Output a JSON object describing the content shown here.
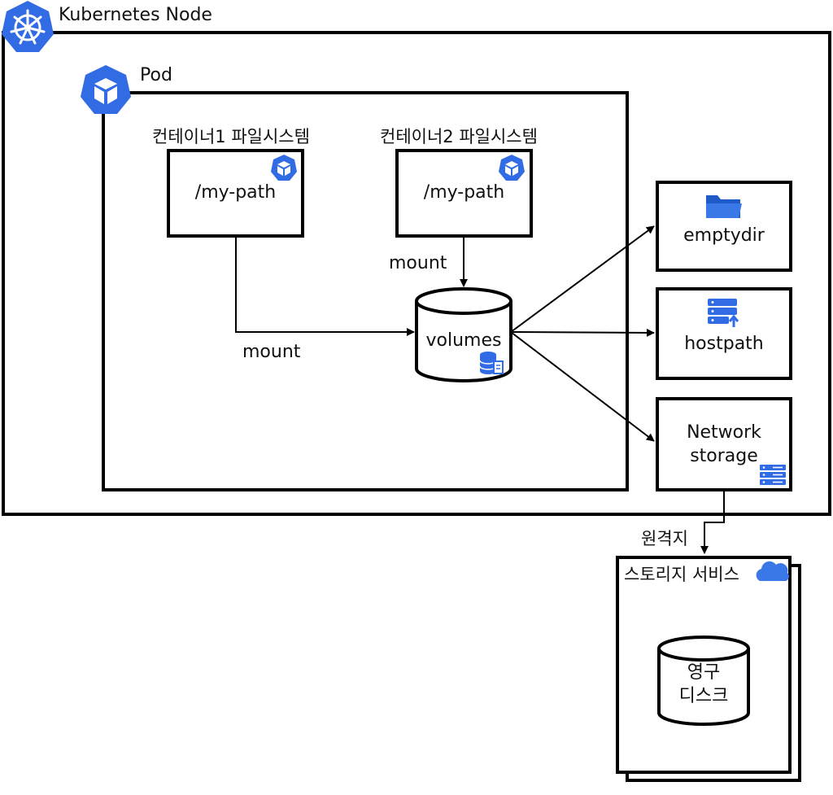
{
  "node": {
    "title": "Kubernetes Node"
  },
  "pod": {
    "title": "Pod"
  },
  "containers": [
    {
      "title": "컨테이너1 파일시스템",
      "path": "/my-path"
    },
    {
      "title": "컨테이너2 파일시스템",
      "path": "/my-path"
    }
  ],
  "edges": {
    "mount_left": "mount",
    "mount_right": "mount",
    "remote": "원격지"
  },
  "volumes": {
    "label": "volumes"
  },
  "targets": {
    "emptydir": "emptydir",
    "hostpath": "hostpath",
    "network_line1": "Network",
    "network_line2": "storage"
  },
  "storage_service": {
    "title": "스토리지 서비스",
    "disk_line1": "영구",
    "disk_line2": "디스크"
  },
  "colors": {
    "accent_blue": "#326ce5",
    "border": "#000000"
  },
  "icons": {
    "node": "kubernetes-wheel-icon",
    "pod": "pod-cube-icon",
    "container": "container-cube-icon",
    "volumes": "database-icon",
    "emptydir": "folder-icon",
    "hostpath": "server-upload-icon",
    "network": "server-rack-icon",
    "cloud": "cloud-icon"
  }
}
